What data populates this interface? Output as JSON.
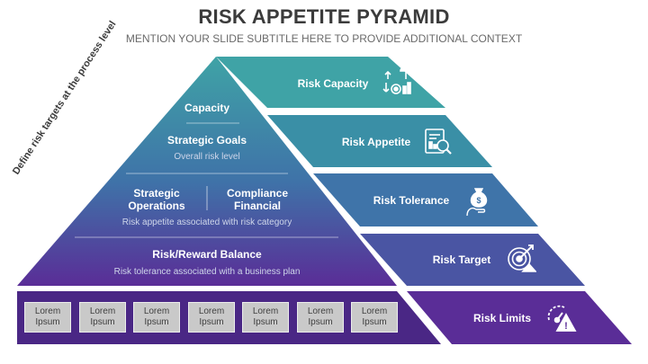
{
  "header": {
    "title": "RISK APPETITE PYRAMID",
    "subtitle": "MENTION YOUR SLIDE SUBTITLE HERE TO PROVIDE ADDITIONAL CONTEXT"
  },
  "side_label": "Define risk targets at the process level",
  "pyramid": {
    "capacity": "Capacity",
    "strategic_goals": "Strategic Goals",
    "strategic_goals_sub": "Overall risk level",
    "strategic_operations": "Strategic Operations",
    "compliance_financial": "Compliance Financial",
    "appetite_sub": "Risk appetite associated with risk category",
    "risk_reward": "Risk/Reward Balance",
    "risk_reward_sub": "Risk tolerance associated with a business plan",
    "boxes": [
      "Lorem Ipsum",
      "Lorem Ipsum",
      "Lorem Ipsum",
      "Lorem Ipsum",
      "Lorem Ipsum",
      "Lorem Ipsum",
      "Lorem Ipsum"
    ]
  },
  "bands": [
    {
      "label": "Risk Capacity",
      "color": "#3fa3a6",
      "icon": "risk-capacity-icon"
    },
    {
      "label": "Risk Appetite",
      "color": "#3a8fa6",
      "icon": "report-search-icon"
    },
    {
      "label": "Risk Tolerance",
      "color": "#3f74a9",
      "icon": "money-bag-hand-icon"
    },
    {
      "label": "Risk Target",
      "color": "#4a55a3",
      "icon": "target-icon"
    },
    {
      "label": "Risk Limits",
      "color": "#5a2d97",
      "icon": "gauge-warning-icon"
    }
  ]
}
